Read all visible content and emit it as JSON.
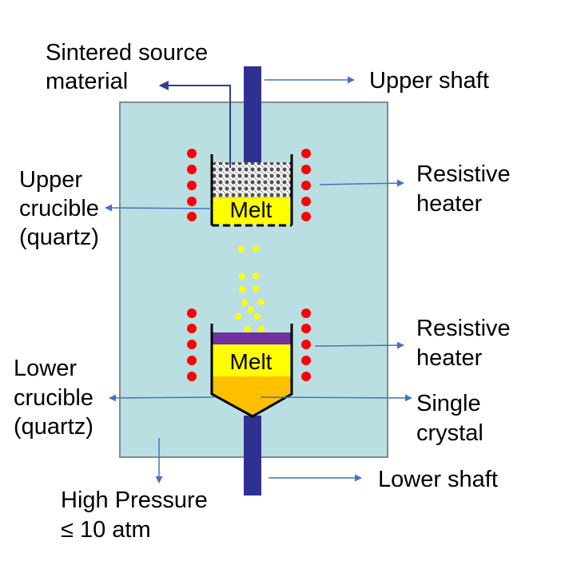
{
  "labels": {
    "sintered_source_line1": "Sintered source",
    "sintered_source_line2": "material",
    "upper_shaft": "Upper shaft",
    "upper_crucible_line1": "Upper",
    "upper_crucible_line2": "crucible",
    "upper_crucible_line3": "(quartz)",
    "resistive_heater_upper_line1": "Resistive",
    "resistive_heater_upper_line2": "heater",
    "resistive_heater_lower_line1": "Resistive",
    "resistive_heater_lower_line2": "heater",
    "lower_crucible_line1": "Lower",
    "lower_crucible_line2": "crucible",
    "lower_crucible_line3": "(quartz)",
    "single_crystal_line1": "Single",
    "single_crystal_line2": "crystal",
    "lower_shaft": "Lower shaft",
    "high_pressure_line1": "High Pressure",
    "high_pressure_line2": "≤ 10 atm",
    "melt_upper": "Melt",
    "melt_lower": "Melt"
  },
  "colors": {
    "chamber_fill": "#b9dfe2",
    "chamber_stroke": "#7f8c8d",
    "shaft": "#2e3192",
    "arrow": "#4472c4",
    "source_arrow": "#2f3f8f",
    "heater_dot": "#ff0000",
    "melt": "#ffff00",
    "crystal": "#ffc000",
    "cap": "#7030a0",
    "droplet": "#ffff00",
    "crucible_stroke": "#000000"
  }
}
